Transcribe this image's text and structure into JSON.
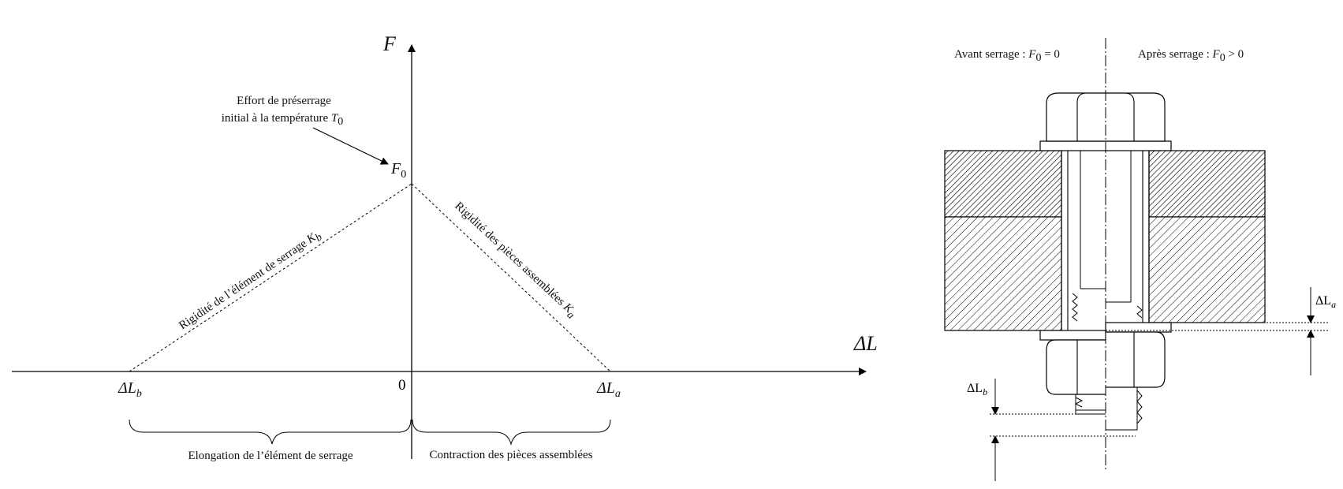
{
  "graph": {
    "axis_y_label": "F",
    "axis_x_label": "ΔL",
    "origin_label": "0",
    "f0_label": "F",
    "f0_sub": "0",
    "dlb_label": "ΔL",
    "dlb_sub": "b",
    "dla_label": "ΔL",
    "dla_sub": "a",
    "annotation_line1": "Effort de préserrage",
    "annotation_line2": "initial à la température ",
    "annotation_T": "T",
    "annotation_T_sub": "0",
    "left_slope_label": "Rigidité de l’élément de serrage ",
    "left_slope_K": "K",
    "left_slope_K_sub": "b",
    "right_slope_label": "Rigidité des pièces assemblées ",
    "right_slope_K": "K",
    "right_slope_K_sub": "a",
    "brace_left_label": "Elongation de l’élément de serrage",
    "brace_right_label": "Contraction des pièces assemblées"
  },
  "assembly": {
    "before_label": "Avant serrage : ",
    "before_eq": "F",
    "before_eq_sub": "0",
    "before_eq_rest": " = 0",
    "after_label": "Après serrage : ",
    "after_eq": "F",
    "after_eq_sub": "0",
    "after_eq_rest": " > 0",
    "dla_label": "ΔL",
    "dla_sub": "a",
    "dlb_label": "ΔL",
    "dlb_sub": "b"
  }
}
